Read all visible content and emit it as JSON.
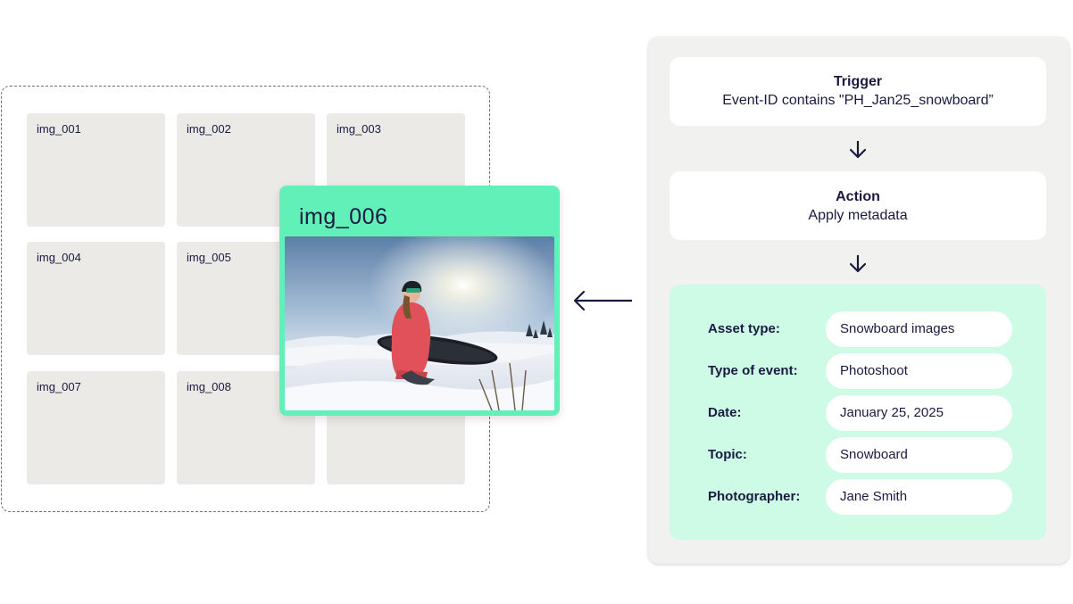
{
  "grid": {
    "tiles": [
      {
        "label": "img_001"
      },
      {
        "label": "img_002"
      },
      {
        "label": "img_003"
      },
      {
        "label": "img_004"
      },
      {
        "label": "img_005"
      },
      {
        "label": ""
      },
      {
        "label": "img_007"
      },
      {
        "label": "img_008"
      },
      {
        "label": ""
      }
    ]
  },
  "featured": {
    "title": "img_006"
  },
  "rule": {
    "trigger": {
      "title": "Trigger",
      "text": "Event-ID contains \"PH_Jan25_snowboard”"
    },
    "action": {
      "title": "Action",
      "text": "Apply metadata"
    },
    "metadata": [
      {
        "key": "Asset type:",
        "value": "Snowboard images"
      },
      {
        "key": "Type of event:",
        "value": "Photoshoot"
      },
      {
        "key": "Date:",
        "value": "January 25, 2025"
      },
      {
        "key": "Topic:",
        "value": "Snowboard"
      },
      {
        "key": "Photographer:",
        "value": "Jane Smith"
      }
    ]
  },
  "colors": {
    "accent_green": "#62f0b9",
    "metadata_bg": "#cefbe5",
    "text_dark": "#1a1a40",
    "tile_gray": "#ebeae6"
  }
}
